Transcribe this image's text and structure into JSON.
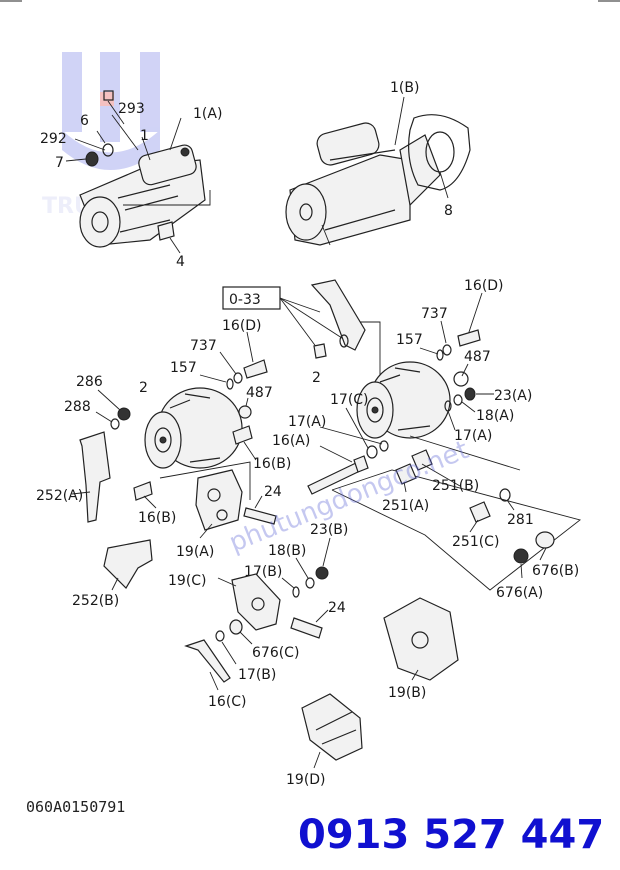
{
  "callouts": {
    "starter_a": "1(A)",
    "starter_b": "1(B)",
    "p293": "293",
    "p6": "6",
    "p1": "1",
    "p292": "292",
    "p7": "7",
    "p4": "4",
    "p8": "8",
    "kit": "0-33",
    "p16d_top": "16(D)",
    "p16d_left": "16(D)",
    "p737_right": "737",
    "p737_left": "737",
    "p157_right": "157",
    "p157_left": "157",
    "p487_right": "487",
    "p487_left": "487",
    "p2_left": "2",
    "p2_right": "2",
    "p286": "286",
    "p288": "288",
    "p23a": "23(A)",
    "p18a": "18(A)",
    "p17a_right": "17(A)",
    "p17c": "17(C)",
    "p17a_mid": "17(A)",
    "p16a": "16(A)",
    "p16b_mid": "16(B)",
    "p16b_left": "16(B)",
    "p24_top": "24",
    "p252a": "252(A)",
    "p251b": "251(B)",
    "p251a": "251(A)",
    "p281": "281",
    "p251c": "251(C)",
    "p19a": "19(A)",
    "p23b": "23(B)",
    "p18b": "18(B)",
    "p17b_top": "17(B)",
    "p19c": "19(C)",
    "p252b": "252(B)",
    "p24_bottom": "24",
    "p676b_right": "676(B)",
    "p676a": "676(A)",
    "p676c": "676(C)",
    "p17b_bottom": "17(B)",
    "p16c": "16(C)",
    "p19b": "19(B)",
    "p19d": "19(D)"
  },
  "drawing_code": "060A0150791",
  "phone": "0913 527 447",
  "watermark": {
    "logo_text": "TRUNG TIN",
    "site": "phutungdongco.net"
  }
}
